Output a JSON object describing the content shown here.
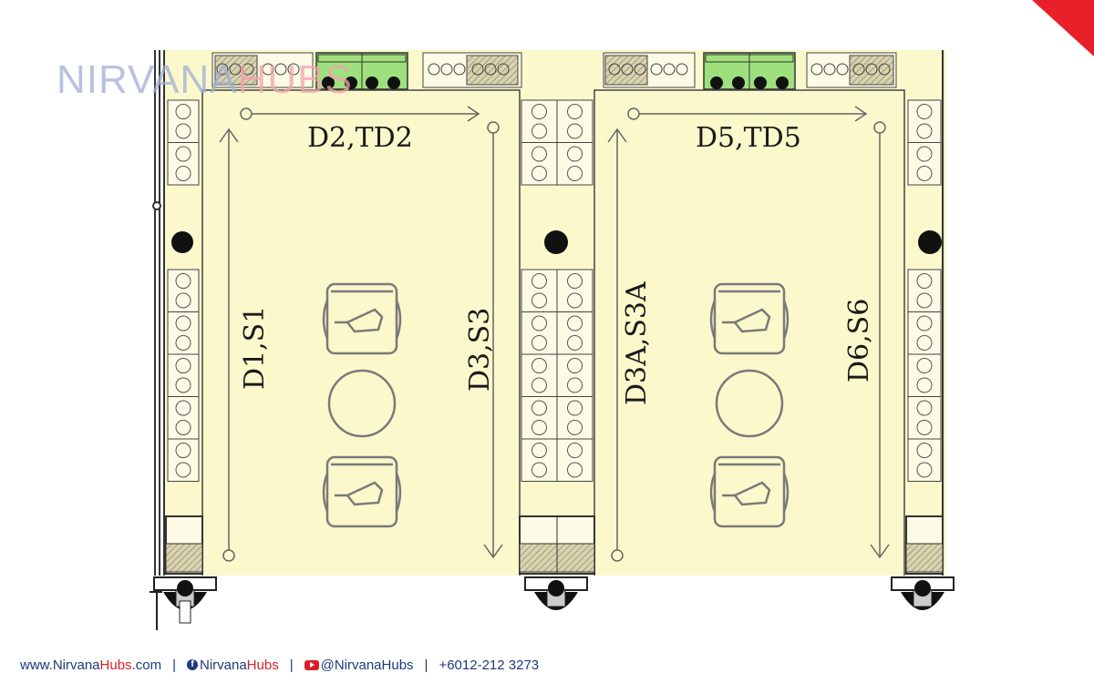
{
  "logo": {
    "part1": "NIRVANA",
    "part2": "HUBS"
  },
  "rooms": [
    {
      "id": "left",
      "top_label": "D2,TD2",
      "left_label": "D1,S1",
      "right_label": "D3,S3"
    },
    {
      "id": "right",
      "top_label": "D5,TD5",
      "left_label": "D3A,S3A",
      "right_label": "D6,S6"
    }
  ],
  "footer": {
    "website_prefix": "www.Nirvana",
    "website_highlight": "Hubs",
    "website_suffix": ".com",
    "facebook_prefix": "Nirvana",
    "facebook_highlight": "Hubs",
    "youtube_handle": "@NirvanaHubs",
    "phone": "+6012-212 3273",
    "separator": "|"
  },
  "colors": {
    "floor": "#fbf8cc",
    "wall_line": "#333333",
    "locker_fill": "#fdfbe6",
    "green_unit": "#9ee07e",
    "hatch": "#c9c3a0",
    "accent_red": "#e8202a",
    "brand_blue": "#1d3a7a"
  }
}
